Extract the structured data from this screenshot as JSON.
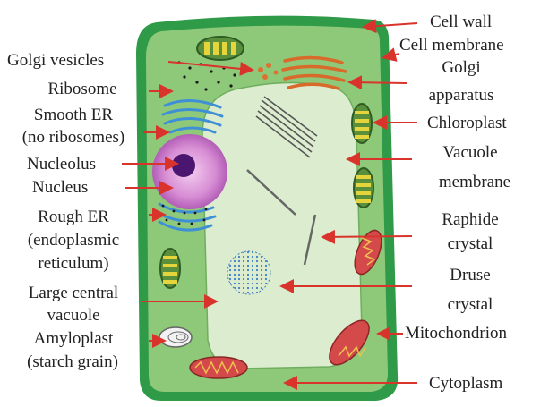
{
  "colors": {
    "cell_wall": "#2f9a48",
    "cytoplasm": "#8ec97a",
    "vacuole": "#dceccf",
    "arrow": "#d9342b",
    "nucleus": "#cf7fcf",
    "nucleolus": "#4a1670",
    "text": "#222222"
  },
  "labels_left": {
    "golgi_vesicles": "Golgi vesicles",
    "ribosome": "Ribosome",
    "smooth_er_1": "Smooth ER",
    "smooth_er_2": "(no ribosomes)",
    "nucleolus": "Nucleolus",
    "nucleus": "Nucleus",
    "rough_er_1": "Rough ER",
    "rough_er_2": "(endoplasmic",
    "rough_er_3": "reticulum)",
    "vacuole_1": "Large central",
    "vacuole_2": "vacuole",
    "amyloplast_1": "Amyloplast",
    "amyloplast_2": "(starch grain)"
  },
  "labels_right": {
    "cell_wall": "Cell wall",
    "cell_membrane": "Cell membrane",
    "golgi_1": "Golgi",
    "golgi_2": "apparatus",
    "chloroplast": "Chloroplast",
    "vac_membrane_1": "Vacuole",
    "vac_membrane_2": "membrane",
    "raphide_1": "Raphide",
    "raphide_2": "crystal",
    "druse_1": "Druse",
    "druse_2": "crystal",
    "mitochondrion": "Mitochondrion",
    "cytoplasm": "Cytoplasm"
  }
}
